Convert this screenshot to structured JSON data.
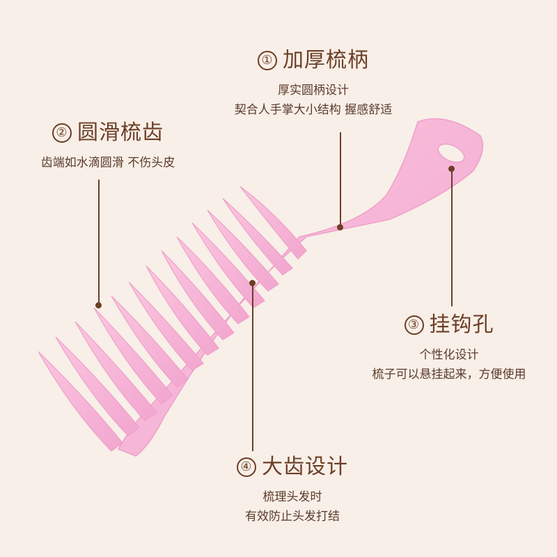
{
  "callouts": {
    "handle": {
      "number": "①",
      "title": "加厚梳柄",
      "desc_line1": "厚实圆柄设计",
      "desc_line2": "契合人手掌大小结构 握感舒适"
    },
    "teeth": {
      "number": "②",
      "title": "圆滑梳齿",
      "desc_line1": "齿端如水滴圆滑  不伤头皮"
    },
    "hole": {
      "number": "③",
      "title": "挂钩孔",
      "desc_line1": "个性化设计",
      "desc_line2": "梳子可以悬挂起来，方便使用"
    },
    "wide": {
      "number": "④",
      "title": "大齿设计",
      "desc_line1": "梳理头发时",
      "desc_line2": "有效防止头发打结"
    }
  },
  "colors": {
    "background": "#f8efe8",
    "comb": "#f6b3d6",
    "text": "#6b3e26"
  },
  "icons": [
    "comb-illustration",
    "hang-hole"
  ]
}
